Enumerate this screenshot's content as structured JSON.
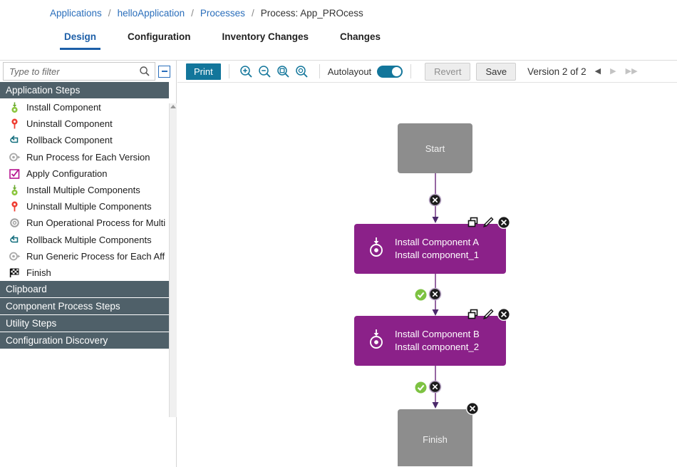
{
  "breadcrumb": {
    "items": [
      {
        "label": "Applications",
        "link": true
      },
      {
        "label": "helloApplication",
        "link": true
      },
      {
        "label": "Processes",
        "link": true
      },
      {
        "label": "Process: App_PROcess",
        "link": false
      }
    ],
    "separator": "/"
  },
  "tabs": [
    {
      "label": "Design",
      "active": true
    },
    {
      "label": "Configuration",
      "active": false
    },
    {
      "label": "Inventory Changes",
      "active": false
    },
    {
      "label": "Changes",
      "active": false
    }
  ],
  "sidebar": {
    "filter": {
      "placeholder": "Type to filter",
      "value": "",
      "icon": "search-icon"
    },
    "collapse_icon": "collapse-minus-icon",
    "sections": [
      {
        "title": "Application Steps",
        "expanded": true,
        "items": [
          {
            "label": "Install Component",
            "icon": "install-pin-icon"
          },
          {
            "label": "Uninstall Component",
            "icon": "uninstall-pin-icon"
          },
          {
            "label": "Rollback Component",
            "icon": "rollback-arrow-icon"
          },
          {
            "label": "Run Process for Each Version",
            "icon": "gear-arrow-icon"
          },
          {
            "label": "Apply Configuration",
            "icon": "checkbox-magenta-icon"
          },
          {
            "label": "Install Multiple Components",
            "icon": "install-pin-icon"
          },
          {
            "label": "Uninstall Multiple Components",
            "icon": "uninstall-pin-icon"
          },
          {
            "label": "Run Operational Process for Multi",
            "icon": "gear-icon"
          },
          {
            "label": "Rollback Multiple Components",
            "icon": "rollback-arrow-icon"
          },
          {
            "label": "Run Generic Process for Each Aff",
            "icon": "gear-arrow-icon"
          },
          {
            "label": "Finish",
            "icon": "checkered-flag-icon"
          }
        ]
      },
      {
        "title": "Clipboard",
        "expanded": false,
        "items": []
      },
      {
        "title": "Component Process Steps",
        "expanded": false,
        "items": []
      },
      {
        "title": "Utility Steps",
        "expanded": false,
        "items": []
      },
      {
        "title": "Configuration Discovery",
        "expanded": false,
        "items": []
      }
    ]
  },
  "toolbar": {
    "print_label": "Print",
    "zoom_buttons": [
      {
        "icon": "zoom-in-icon"
      },
      {
        "icon": "zoom-out-icon"
      },
      {
        "icon": "zoom-fit-icon"
      },
      {
        "icon": "zoom-reset-icon"
      }
    ],
    "autolayout_label": "Autolayout",
    "autolayout_on": true,
    "revert_label": "Revert",
    "save_label": "Save",
    "version_label": "Version 2 of 2",
    "nav": [
      {
        "icon": "prev-version-icon",
        "enabled": true
      },
      {
        "icon": "next-version-icon",
        "enabled": false
      },
      {
        "icon": "last-version-icon",
        "enabled": false
      }
    ]
  },
  "diagram": {
    "nodes": [
      {
        "id": "start",
        "type": "start",
        "label": "Start",
        "tools": []
      },
      {
        "id": "stepA",
        "type": "step",
        "title": "Install Component A",
        "subtitle": "Install component_1",
        "icon": "install-component-icon",
        "tools": [
          "copy-icon",
          "edit-pencil-icon",
          "delete-x-icon"
        ]
      },
      {
        "id": "stepB",
        "type": "step",
        "title": "Install Component B",
        "subtitle": "Install component_2",
        "icon": "install-component-icon",
        "tools": [
          "copy-icon",
          "edit-pencil-icon",
          "delete-x-icon"
        ]
      },
      {
        "id": "finish",
        "type": "finish",
        "label": "Finish",
        "tools": [
          "delete-x-icon"
        ]
      }
    ],
    "connections": [
      {
        "from": "start",
        "to": "stepA",
        "badges": [
          "delete-connection-icon"
        ]
      },
      {
        "from": "stepA",
        "to": "stepB",
        "badges": [
          "success-check-icon",
          "delete-connection-icon"
        ]
      },
      {
        "from": "stepB",
        "to": "finish",
        "badges": [
          "success-check-icon",
          "delete-connection-icon"
        ]
      }
    ]
  },
  "colors": {
    "accent_teal": "#13769b",
    "link_blue": "#2a6ebb",
    "tab_active_blue": "#1d5fa8",
    "section_header": "#4f6069",
    "node_purple": "#8b2189",
    "node_gray": "#8d8d8d",
    "connector_purple": "#7c3f8a",
    "success_green": "#7dc242"
  }
}
